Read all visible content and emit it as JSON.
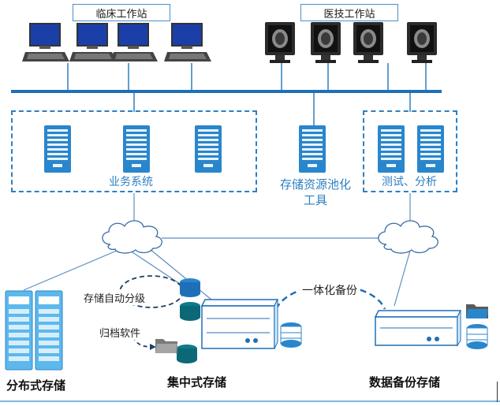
{
  "labels": {
    "clinical_workstation": "临床工作站",
    "medtech_workstation": "医技工作站",
    "business_system": "业务系统",
    "storage_pool_tool_line1": "存储资源池化",
    "storage_pool_tool_line2": "工具",
    "test_analysis": "测试、分析",
    "auto_tiering": "存储自动分级",
    "archive_software": "归档软件",
    "integrated_backup": "一体化备份",
    "distributed_storage": "分布式存储",
    "centralized_storage": "集中式存储",
    "backup_storage": "数据备份存储"
  },
  "colors": {
    "accent": "#2e7fc1",
    "network_bus": "#1f6fb8",
    "server_blue": "#2a86cc",
    "pc_screen": "#1a3fa8",
    "dark_monitor": "#2b2b2b"
  }
}
